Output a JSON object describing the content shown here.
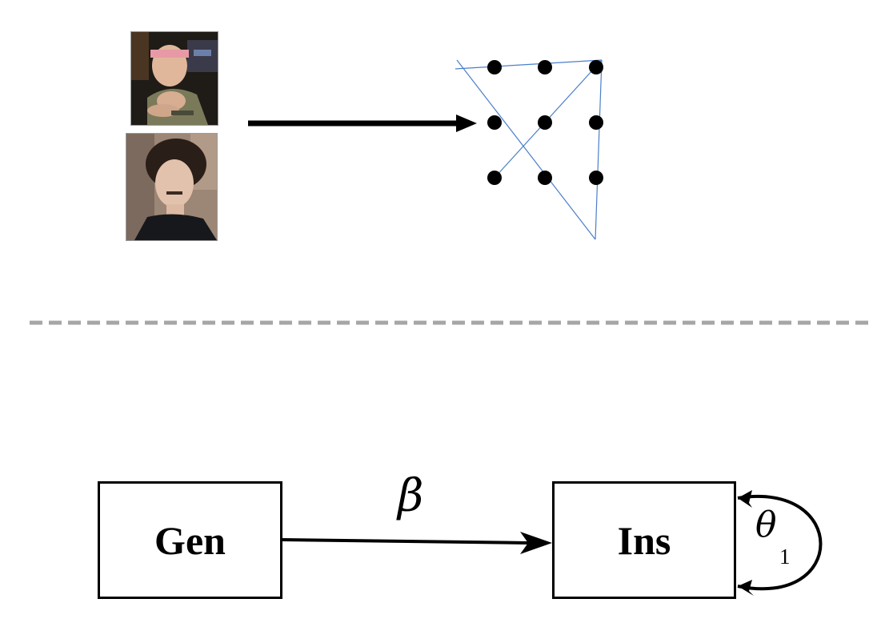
{
  "top_panel": {
    "photos": [
      {
        "subject": "man-with-headband-photo"
      },
      {
        "subject": "woman-with-drawn-mustache-photo"
      }
    ],
    "dot_grid": {
      "rows": 3,
      "cols": 3,
      "dot_color": "#000000",
      "line_color": "#4a7fc9"
    }
  },
  "separator": {
    "style": "dashed",
    "color": "#a6a6a6"
  },
  "path_diagram": {
    "nodes": {
      "gen": "Gen",
      "ins": "Ins"
    },
    "edge_label": "β",
    "self_loop": {
      "symbol": "θ",
      "subscript": "1"
    }
  }
}
